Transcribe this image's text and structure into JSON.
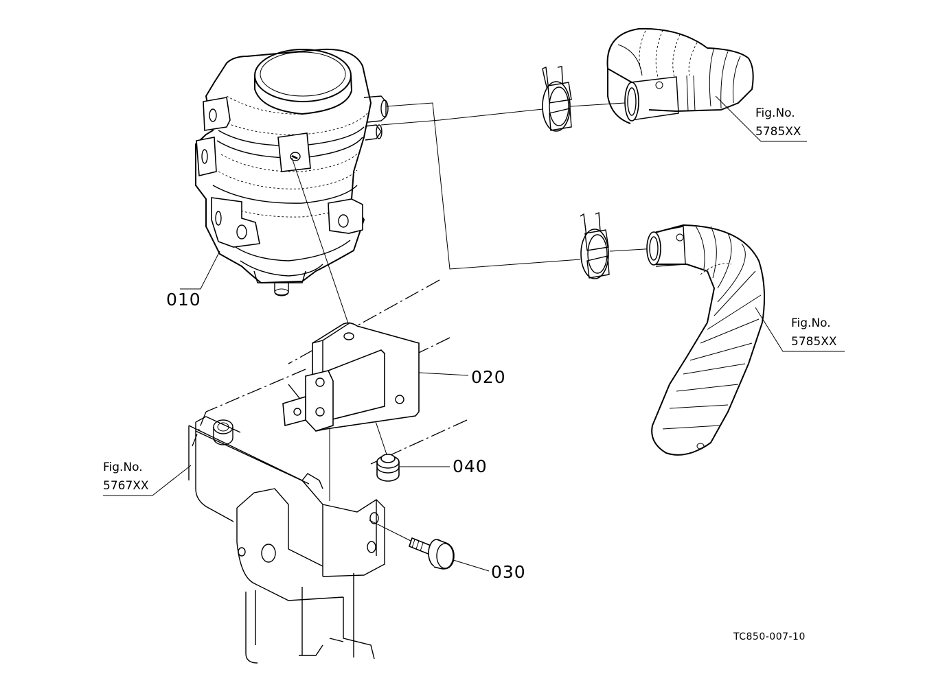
{
  "parts": [
    {
      "id": "010",
      "label": "010"
    },
    {
      "id": "020",
      "label": "020"
    },
    {
      "id": "030",
      "label": "030"
    },
    {
      "id": "040",
      "label": "040"
    }
  ],
  "figure_refs": [
    {
      "line1": "Fig.No.",
      "line2": "5785XX"
    },
    {
      "line1": "Fig.No.",
      "line2": "5785XX"
    },
    {
      "line1": "Fig.No.",
      "line2": "5767XX"
    }
  ],
  "drawing_code": "TC850-007-10"
}
